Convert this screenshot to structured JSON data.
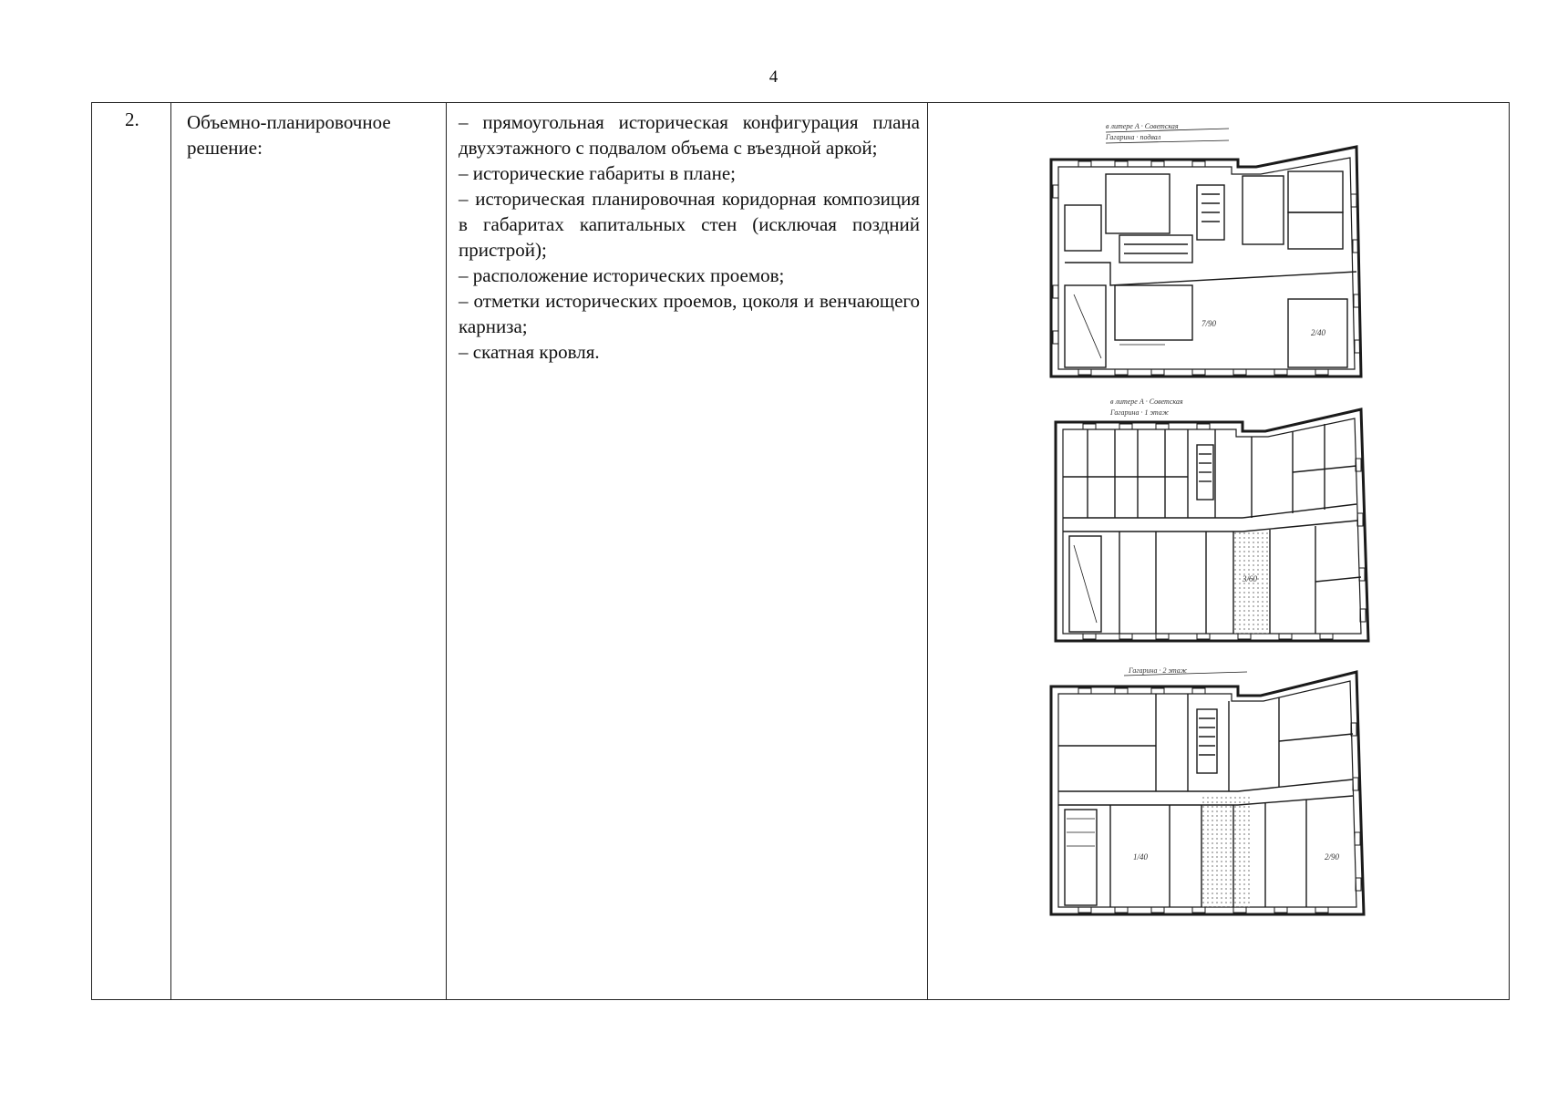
{
  "page_number": "4",
  "row": {
    "number": "2.",
    "section_title": "Объемно-планировочное решение:",
    "items": [
      "– прямоугольная историческая конфигурация плана двухэтажного с подвалом объема с въездной аркой;",
      "– исторические габариты в плане;",
      "– историческая планировочная коридорная композиция в габаритах капитальных стен (исключая поздний пристрой);",
      "– расположение исторических проемов;",
      "– отметки исторических проемов, цоколя и венчающего карниза;",
      "– скатная кровля."
    ]
  },
  "floor_plans": {
    "count": 3,
    "line_color": "#1a1a1a",
    "hatch_color": "#9a9a9a"
  }
}
